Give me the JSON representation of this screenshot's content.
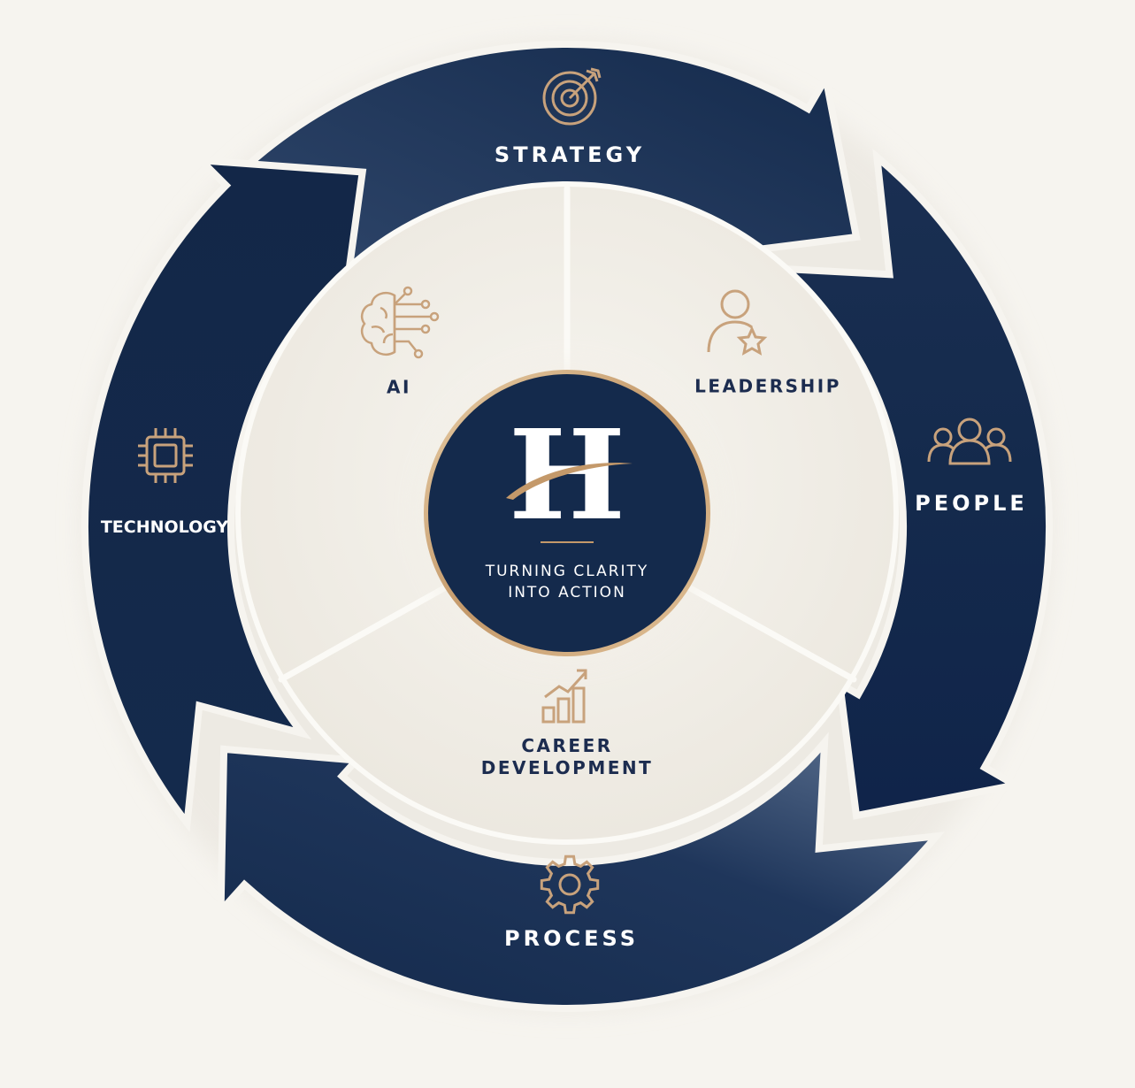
{
  "outer_cycle": [
    {
      "id": "strategy",
      "label": "STRATEGY",
      "icon": "target-icon"
    },
    {
      "id": "people",
      "label": "PEOPLE",
      "icon": "people-group-icon"
    },
    {
      "id": "process",
      "label": "PROCESS",
      "icon": "gear-icon"
    },
    {
      "id": "technology",
      "label": "TECHNOLOGY",
      "icon": "chip-icon"
    }
  ],
  "inner_segments": [
    {
      "id": "ai",
      "lines": [
        "AI"
      ],
      "icon": "brain-circuit-icon"
    },
    {
      "id": "leadership",
      "lines": [
        "LEADERSHIP"
      ],
      "icon": "person-star-icon"
    },
    {
      "id": "career",
      "lines": [
        "CAREER",
        "DEVELOPMENT"
      ],
      "icon": "growth-chart-icon"
    }
  ],
  "center": {
    "logo_letter": "H",
    "tagline": [
      "TURNING CLARITY",
      "INTO ACTION"
    ]
  },
  "colors": {
    "navy": "#152a4d",
    "navy_light": "#3b5273",
    "gold": "#c4996a",
    "background": "#f6f4ef",
    "inner_disc": "#f1eee7"
  }
}
